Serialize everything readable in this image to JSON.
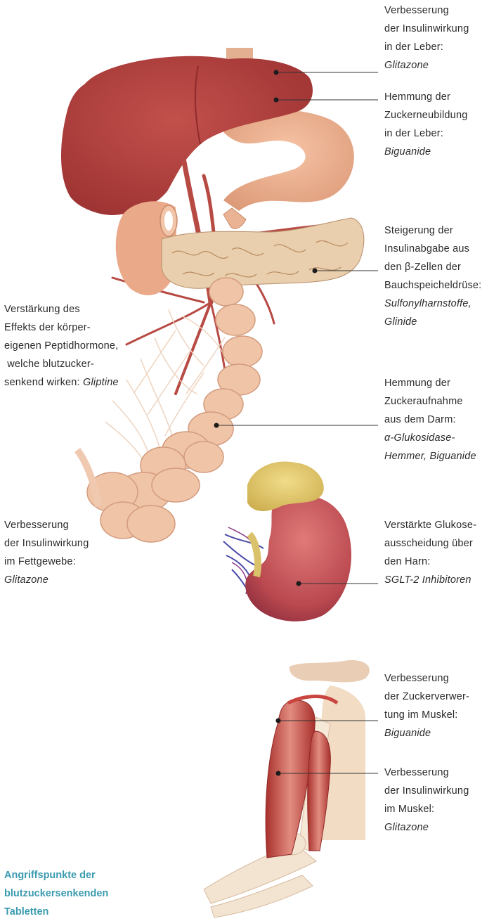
{
  "annotations": {
    "liver_insulin": {
      "lines": [
        "Verbesserung",
        "der Insulinwirkung",
        "in der Leber:"
      ],
      "drug": "Glitazone"
    },
    "liver_gluconeogenesis": {
      "lines": [
        "Hemmung der",
        "Zuckerneubildung",
        "in der Leber:"
      ],
      "drug": "Biguanide"
    },
    "pancreas": {
      "lines": [
        "Steigerung der",
        "Insulinabgabe aus",
        "den β-Zellen der",
        "Bauchspeicheldrüse:"
      ],
      "drugs": [
        "Sulfonylharnstoffe,",
        "Glinide"
      ]
    },
    "peptide_hormones": {
      "lines": [
        "Verstärkung des",
        "Effekts der körper-",
        "eigenen Peptidhormone,",
        " welche blutzucker-"
      ],
      "last_prefix": "senkend wirken: ",
      "drug": "Gliptine"
    },
    "intestine": {
      "lines": [
        "Hemmung der",
        "Zuckeraufnahme",
        "aus dem Darm:"
      ],
      "drugs": [
        "α-Glukosidase-",
        "Hemmer, Biguanide"
      ]
    },
    "fat_tissue": {
      "lines": [
        "Verbesserung",
        "der Insulinwirkung",
        "im Fettgewebe:"
      ],
      "drug": "Glitazone"
    },
    "kidney": {
      "lines": [
        "Verstärkte Glukose-",
        "ausscheidung über",
        "den Harn:"
      ],
      "drug": "SGLT-2 Inhibitoren"
    },
    "muscle_utilization": {
      "lines": [
        "Verbesserung",
        "der Zuckerverwer-",
        "tung im Muskel:"
      ],
      "drug": "Biguanide"
    },
    "muscle_insulin": {
      "lines": [
        "Verbesserung",
        "der Insulinwirkung",
        "im Muskel:"
      ],
      "drug": "Glitazone"
    }
  },
  "caption": [
    "Angriffspunkte der",
    "blutzuckersenkenden",
    "Tabletten"
  ],
  "colors": {
    "caption": "#3b9bb0",
    "liver": "#b3403e",
    "stomach": "#e6a585",
    "pancreas": "#e8cdaa",
    "intestine": "#f0c4a6",
    "kidney": "#c4555a",
    "muscle": "#c9453f",
    "bone": "#f0e4d6"
  }
}
